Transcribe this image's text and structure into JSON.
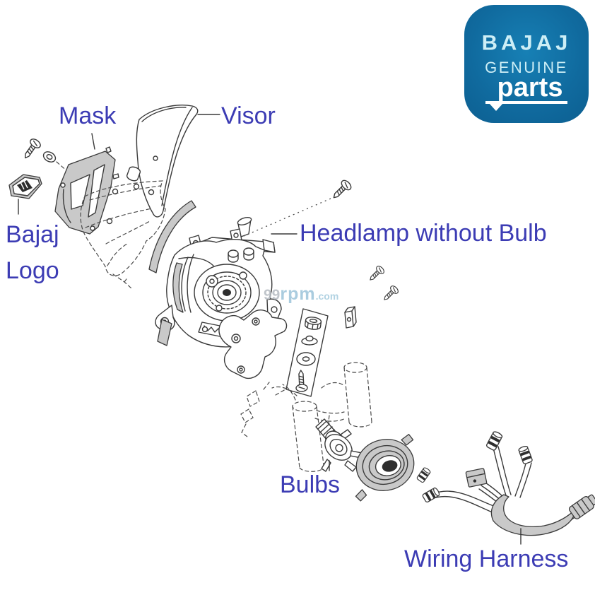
{
  "badge": {
    "brand": "BAJAJ",
    "line2": "GENUINE",
    "line3": "parts"
  },
  "watermark": {
    "prefix": "99",
    "name": "rpm",
    "suffix": ".com"
  },
  "labels": {
    "mask": "Mask",
    "visor": "Visor",
    "bajaj_logo_line1": "Bajaj",
    "bajaj_logo_line2": "Logo",
    "headlamp": "Headlamp without Bulb",
    "bulbs": "Bulbs",
    "wiring_harness": "Wiring Harness"
  },
  "colors": {
    "label_text": "#3c3cb4",
    "badge_background": "#0f6ba0",
    "badge_text": "#cdeef6",
    "badge_parts_text": "#ffffff",
    "line_art": "#3a3a3a",
    "shading": "#c9c9c9",
    "watermark_gray": "#b6bcc2",
    "watermark_blue": "#9cc4da"
  }
}
